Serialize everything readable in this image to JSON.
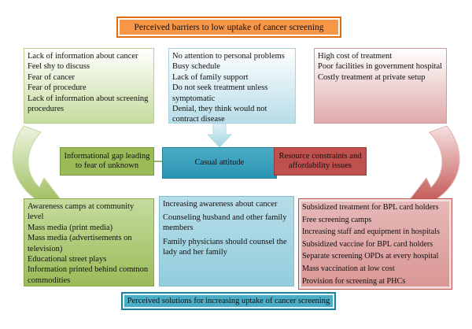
{
  "title_top": "Perceived barriers to low uptake of cancer screening",
  "title_bottom": "Perceived solutions for increasing uptake of cancer screening",
  "barriers": {
    "individual": [
      "Lack of information about cancer",
      "Feel shy to discuss",
      "Fear of cancer",
      "Fear of procedure",
      "Lack of information about screening procedures"
    ],
    "attitudinal": [
      "No attention to personal problems",
      "Busy schedule",
      "Lack of family support",
      "Do not seek treatment unless symptomatic",
      "Denial, they think would not contract disease"
    ],
    "resource": [
      "High cost of treatment",
      "Poor facilities in government hospital",
      "Costly treatment at private setup"
    ]
  },
  "middle": {
    "green": "Informational gap leading to fear of unknown",
    "blue": "Casual attitude",
    "red": "Resource constraints and affordability issues"
  },
  "solutions": {
    "information": [
      "Awareness camps at community level",
      "Mass media (print media)",
      "Mass media (advertisements on television)",
      "Educational street plays",
      "Information printed behind common commodities"
    ],
    "attitude": [
      "Increasing awareness about cancer",
      "Counseling husband and other family members",
      "Family physicians should counsel the lady and her family"
    ],
    "resource": [
      "Subsidized treatment for BPL card holders",
      "Free screening camps",
      "Increasing staff and equipment in hospitals",
      "Subsidized vaccine for BPL card holders",
      "Separate screening OPDs at every hospital",
      "Mass vaccination at low cost",
      "Provision for screening at PHCs"
    ]
  },
  "colors": {
    "orange": "#f79646",
    "teal": "#4bacc6",
    "green": "#9bbb59",
    "red": "#c0504d"
  }
}
